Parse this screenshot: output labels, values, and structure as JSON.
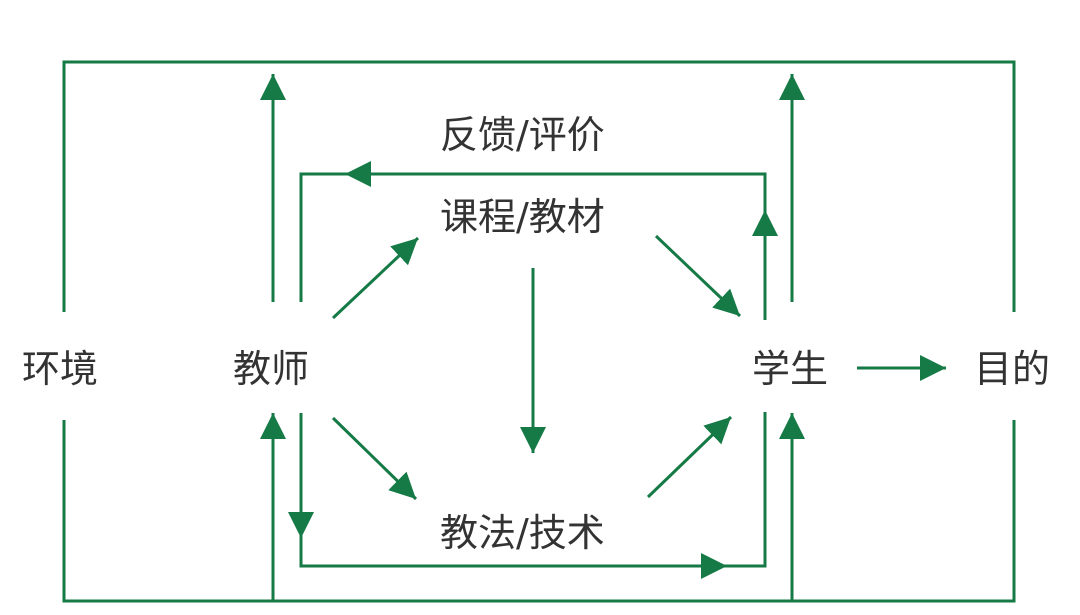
{
  "labels": {
    "environment": "环境",
    "teacher": "教师",
    "student": "学生",
    "goal": "目的",
    "feedback": "反馈/评价",
    "curriculum": "课程/教材",
    "method": "教法/技术"
  },
  "colors": {
    "arrow": "#157A45",
    "text": "#333333"
  }
}
